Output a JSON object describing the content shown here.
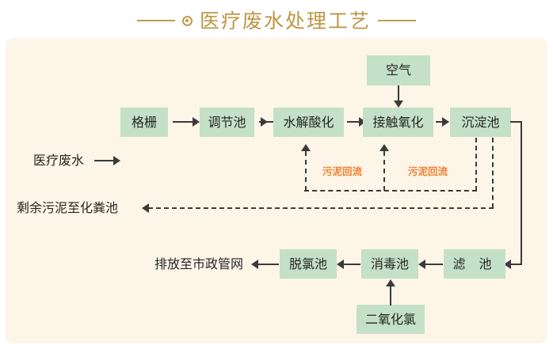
{
  "header": {
    "title": "医疗废水处理工艺",
    "ornament_icon": "circle-target-icon",
    "rule_color": "#C19A4B",
    "title_color": "#BE9645"
  },
  "theme": {
    "panel_background": "#FDF5E8",
    "node_fill": "#C5E0C8",
    "connector_color": "#3b3a38",
    "recycle_label_color": "#F08030",
    "page_background": "#FFFFFF"
  },
  "diagram": {
    "type": "process-flowchart",
    "nodes": [
      {
        "id": "inlet",
        "label": "医疗废水",
        "kind": "text"
      },
      {
        "id": "grid",
        "label": "格栅",
        "kind": "box"
      },
      {
        "id": "equalization",
        "label": "调节池",
        "kind": "box"
      },
      {
        "id": "hydrolysis",
        "label": "水解酸化",
        "kind": "box"
      },
      {
        "id": "contact-ox",
        "label": "接触氧化",
        "kind": "box"
      },
      {
        "id": "settling",
        "label": "沉淀池",
        "kind": "box"
      },
      {
        "id": "air",
        "label": "空气",
        "kind": "box"
      },
      {
        "id": "filter",
        "label": "滤 池",
        "kind": "box"
      },
      {
        "id": "disinfect",
        "label": "消毒池",
        "kind": "box"
      },
      {
        "id": "dechlor",
        "label": "脱氯池",
        "kind": "box"
      },
      {
        "id": "clo2",
        "label": "二氧化氯",
        "kind": "box"
      },
      {
        "id": "discharge",
        "label": "排放至市政管网",
        "kind": "text"
      },
      {
        "id": "sludge-out",
        "label": "剩余污泥至化粪池",
        "kind": "text"
      }
    ],
    "recycle_labels": [
      {
        "id": "sludge-return-1",
        "label": "污泥回流"
      },
      {
        "id": "sludge-return-2",
        "label": "污泥回流"
      }
    ],
    "edges": [
      {
        "from": "inlet",
        "to": "grid",
        "style": "solid"
      },
      {
        "from": "grid",
        "to": "equalization",
        "style": "solid"
      },
      {
        "from": "equalization",
        "to": "hydrolysis",
        "style": "solid"
      },
      {
        "from": "hydrolysis",
        "to": "contact-ox",
        "style": "solid"
      },
      {
        "from": "contact-ox",
        "to": "settling",
        "style": "solid"
      },
      {
        "from": "air",
        "to": "contact-ox",
        "style": "solid"
      },
      {
        "from": "settling",
        "to": "filter",
        "style": "solid"
      },
      {
        "from": "filter",
        "to": "disinfect",
        "style": "solid"
      },
      {
        "from": "disinfect",
        "to": "dechlor",
        "style": "solid"
      },
      {
        "from": "dechlor",
        "to": "discharge",
        "style": "solid"
      },
      {
        "from": "clo2",
        "to": "disinfect",
        "style": "solid"
      },
      {
        "from": "settling",
        "to": "contact-ox",
        "style": "dashed",
        "label": "污泥回流"
      },
      {
        "from": "settling",
        "to": "hydrolysis",
        "style": "dashed",
        "label": "污泥回流"
      },
      {
        "from": "settling",
        "to": "sludge-out",
        "style": "dashed"
      }
    ]
  }
}
